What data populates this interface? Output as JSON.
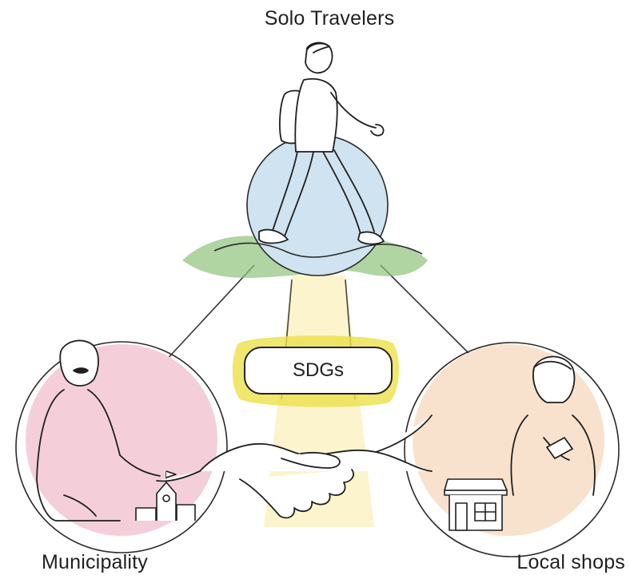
{
  "stakeholders": {
    "top": {
      "label": "Solo Travelers"
    },
    "left": {
      "label": "Municipality"
    },
    "right": {
      "label": "Local shops"
    }
  },
  "center": {
    "label": "SDGs"
  },
  "colors": {
    "top_bubble": "#cfe3f0",
    "left_bubble": "#f4cfd9",
    "right_bubble": "#f9e2cd",
    "ground": "#8fc27a",
    "beam": "#fbf3c6",
    "center_glow": "#eee04a",
    "ink": "#1f1f1f"
  }
}
